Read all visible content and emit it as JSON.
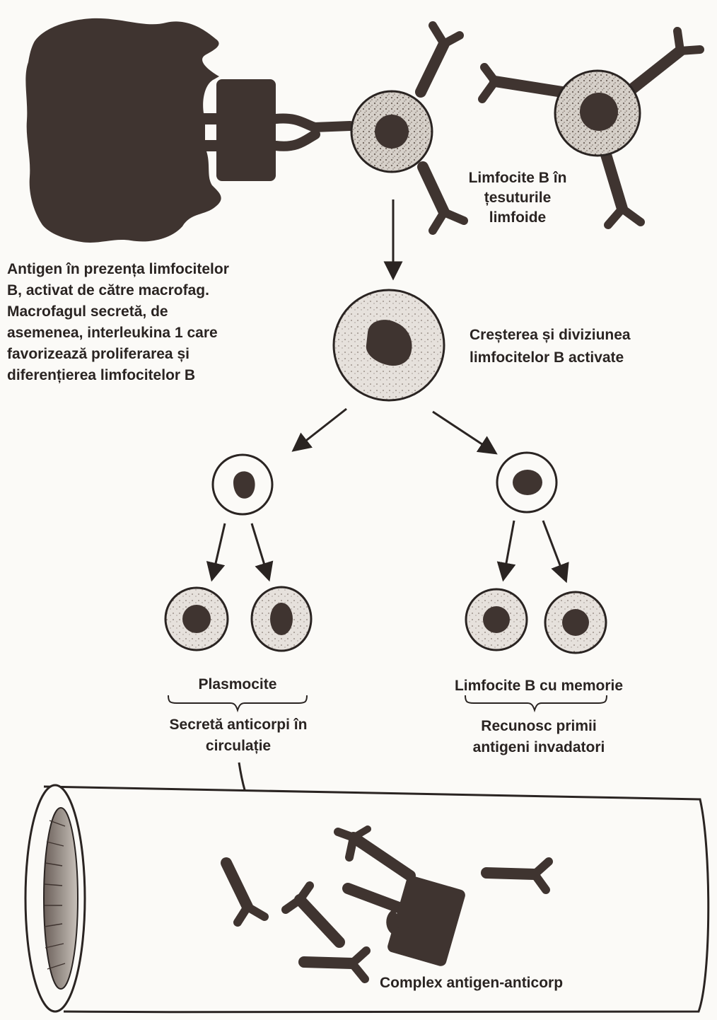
{
  "labels": {
    "b_cells_lymphoid": "Limfocite B în\nțesuturile\nlimfoide",
    "antigen_presentation": "Antigen în prezența limfocitelor\nB, activat de către macrofag.\nMacrofagul secretă, de\nasemenea, interleukina 1 care\nfavorizează proliferarea și\ndiferențierea limfocitelor B",
    "growth_division": "Creșterea și diviziunea\nlimfocitelor B activate",
    "plasma_cells": "Plasmocite",
    "plasma_cells_function": "Secretă anticorpi în\ncirculație",
    "memory_cells": "Limfocite B cu memorie",
    "memory_cells_function": "Recunosc primii\nantigeni invadatori",
    "complex": "Complex antigen-anticorp"
  },
  "colors": {
    "ink": "#2a2422",
    "dark_fill": "#3f3430",
    "cytoplasm": "#c9c2bb",
    "paper": "#fbfaf7"
  }
}
